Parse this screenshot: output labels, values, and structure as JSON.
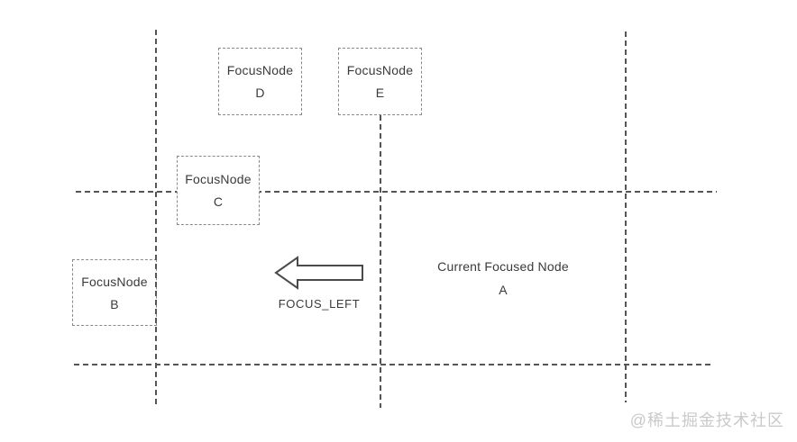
{
  "diagram": {
    "nodes": [
      {
        "id": "D",
        "line1": "FocusNode",
        "line2": "D"
      },
      {
        "id": "E",
        "line1": "FocusNode",
        "line2": "E"
      },
      {
        "id": "C",
        "line1": "FocusNode",
        "line2": "C"
      },
      {
        "id": "B",
        "line1": "FocusNode",
        "line2": "B"
      }
    ],
    "current_node": {
      "line1": "Current Focused Node",
      "line2": "A"
    },
    "arrow_label": "FOCUS_LEFT"
  },
  "watermark": "@稀土掘金技术社区",
  "colors": {
    "background": "#ffffff",
    "grid_line": "#555555",
    "box_border": "#8a8a8a",
    "text": "#3a3a3a",
    "arrow_outline": "#4a4a4a",
    "watermark": "#c9c9c9"
  }
}
